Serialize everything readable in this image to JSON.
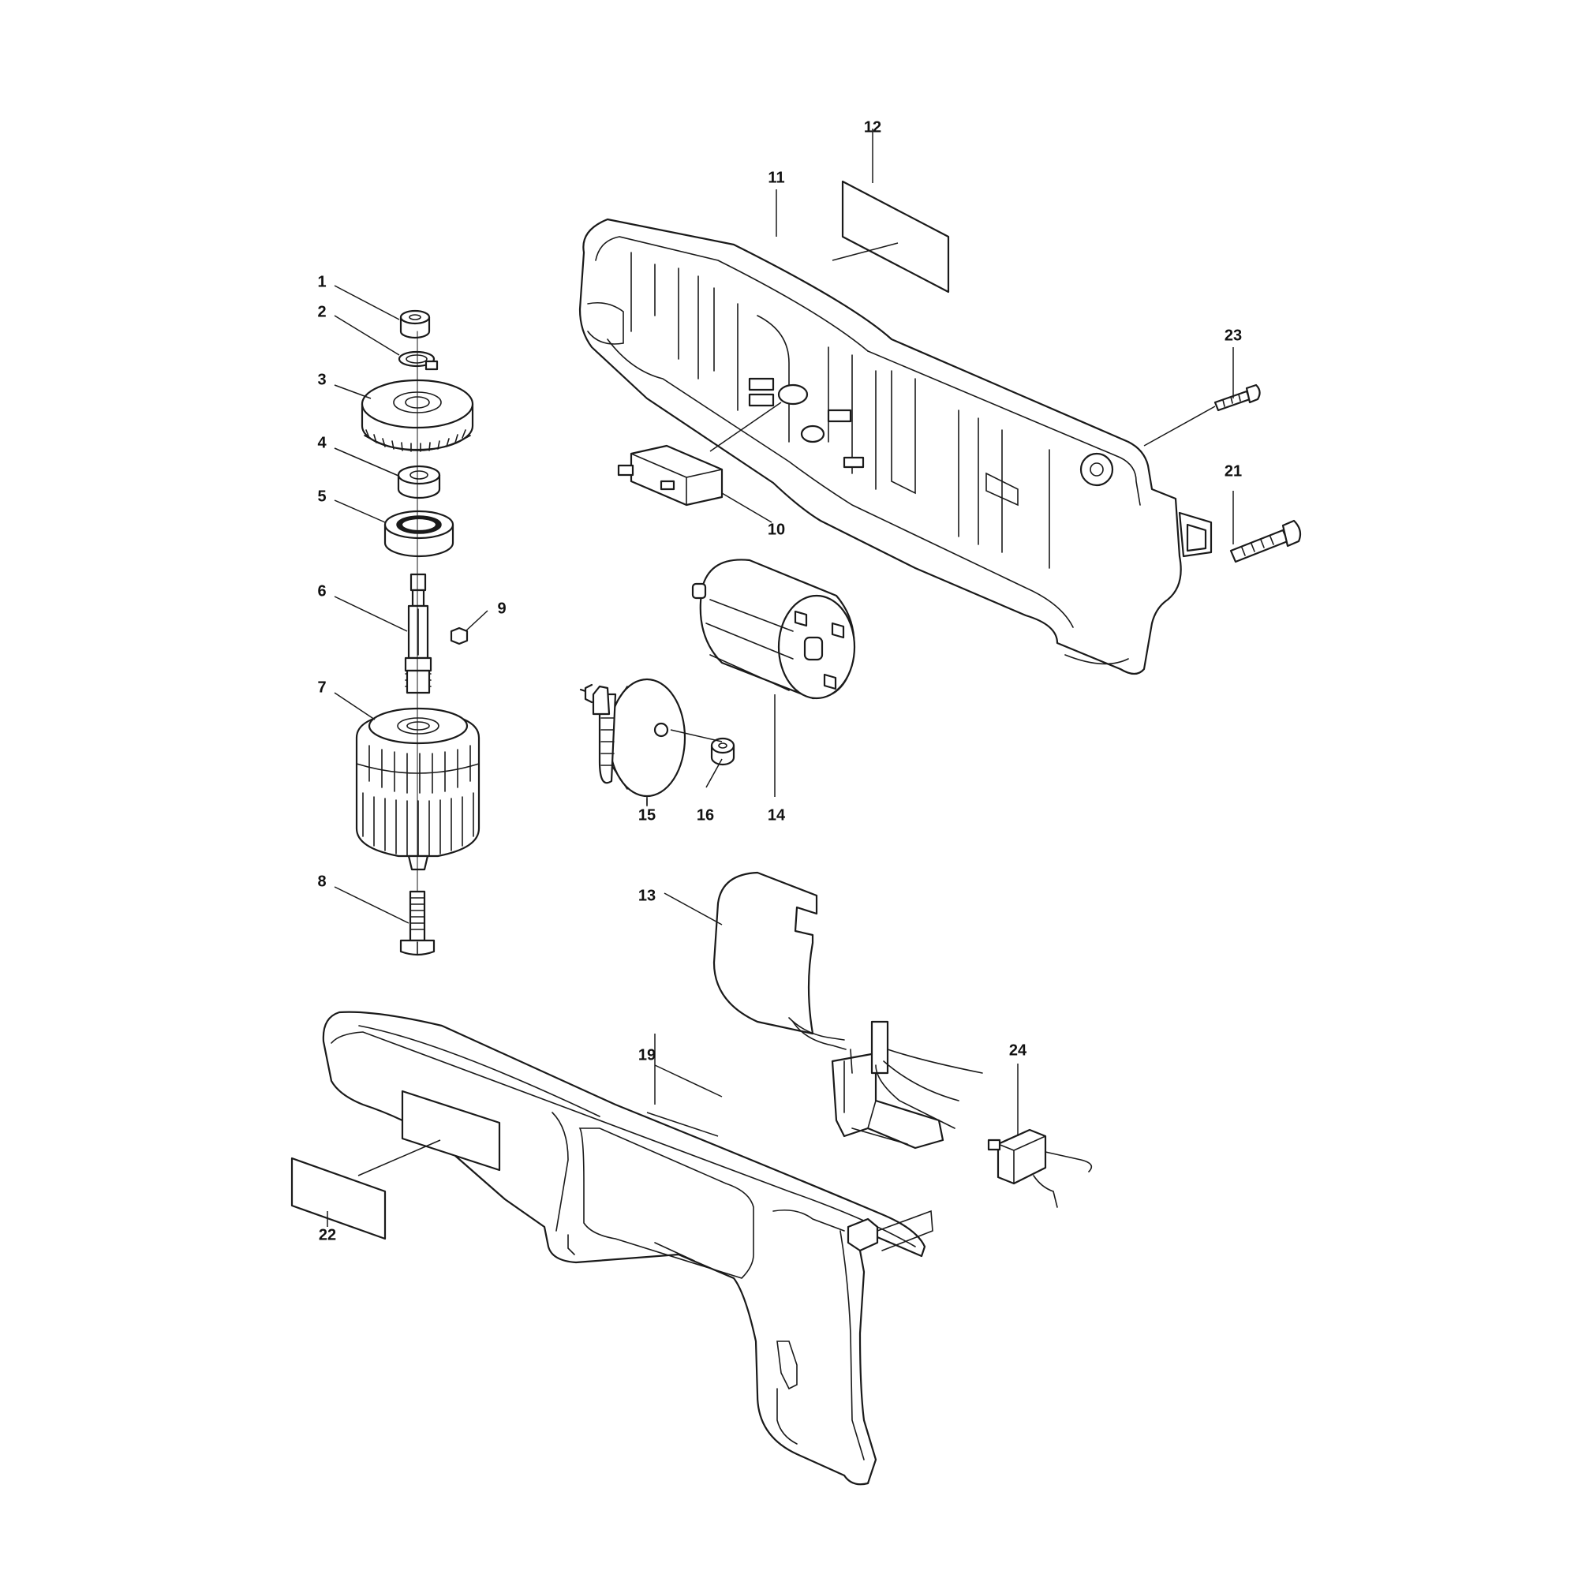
{
  "diagram": {
    "callouts": [
      {
        "id": "c1",
        "text": "1"
      },
      {
        "id": "c2",
        "text": "2"
      },
      {
        "id": "c3",
        "text": "3"
      },
      {
        "id": "c4",
        "text": "4"
      },
      {
        "id": "c5",
        "text": "5"
      },
      {
        "id": "c6",
        "text": "6"
      },
      {
        "id": "c7",
        "text": "7"
      },
      {
        "id": "c8",
        "text": "8"
      },
      {
        "id": "c9",
        "text": "9"
      },
      {
        "id": "c10",
        "text": "10"
      },
      {
        "id": "c11",
        "text": "11"
      },
      {
        "id": "c12",
        "text": "12"
      },
      {
        "id": "c13",
        "text": "13"
      },
      {
        "id": "c14",
        "text": "14"
      },
      {
        "id": "c15",
        "text": "15"
      },
      {
        "id": "c16",
        "text": "16"
      },
      {
        "id": "c19",
        "text": "19"
      },
      {
        "id": "c21",
        "text": "21"
      },
      {
        "id": "c22",
        "text": "22"
      },
      {
        "id": "c23",
        "text": "23"
      },
      {
        "id": "c24",
        "text": "24"
      }
    ]
  }
}
